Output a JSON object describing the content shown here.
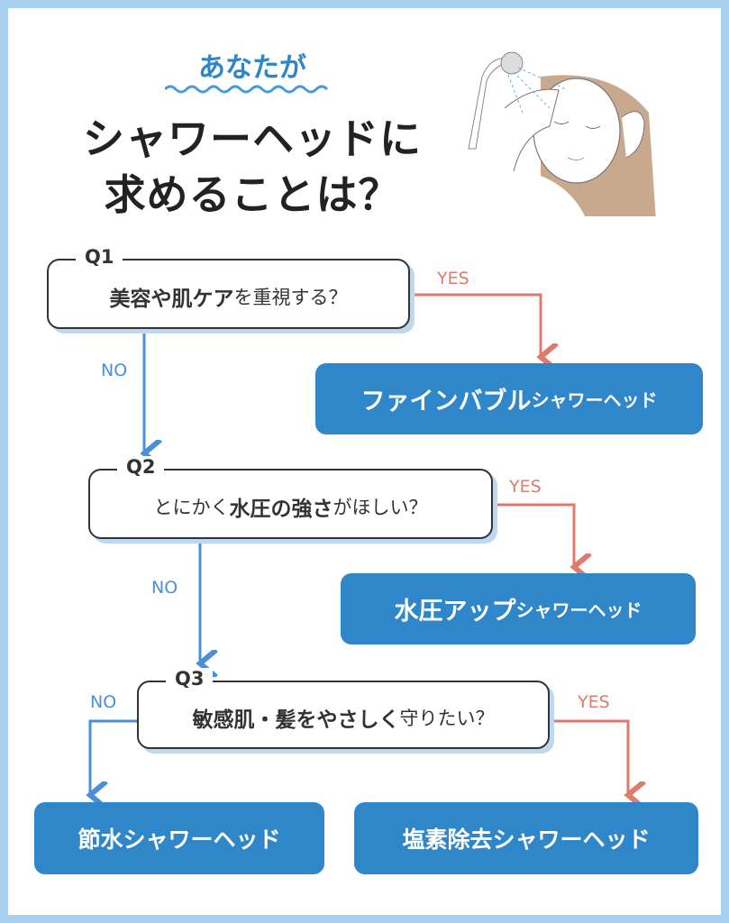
{
  "header": {
    "lead": "あなたが",
    "title_line1": "シャワーヘッドに",
    "title_line2_bold": "求めること",
    "title_line2_rest": "は？"
  },
  "questions": [
    {
      "label": "Q1",
      "bold": "美容や肌ケア",
      "rest": "を重視する？"
    },
    {
      "label": "Q2",
      "pre": "とにかく",
      "bold": "水圧の強さ",
      "rest": "がほしい？"
    },
    {
      "label": "Q3",
      "bold": "敏感肌・髪をやさしく",
      "rest": "守りたい？"
    }
  ],
  "branches": {
    "yes": "YES",
    "no": "NO"
  },
  "results": [
    {
      "big": "ファインバブル",
      "small": "シャワーヘッド"
    },
    {
      "big": "水圧アップ",
      "small": "シャワーヘッド"
    },
    {
      "big": "節水シャワーヘッド",
      "small": ""
    },
    {
      "big": "塩素除去シャワーヘッド",
      "small": ""
    }
  ],
  "colors": {
    "accent": "#2f86c9",
    "yes_line": "#e07a6c",
    "no_line": "#4a8fd8",
    "frame": "#a9d0ee"
  }
}
